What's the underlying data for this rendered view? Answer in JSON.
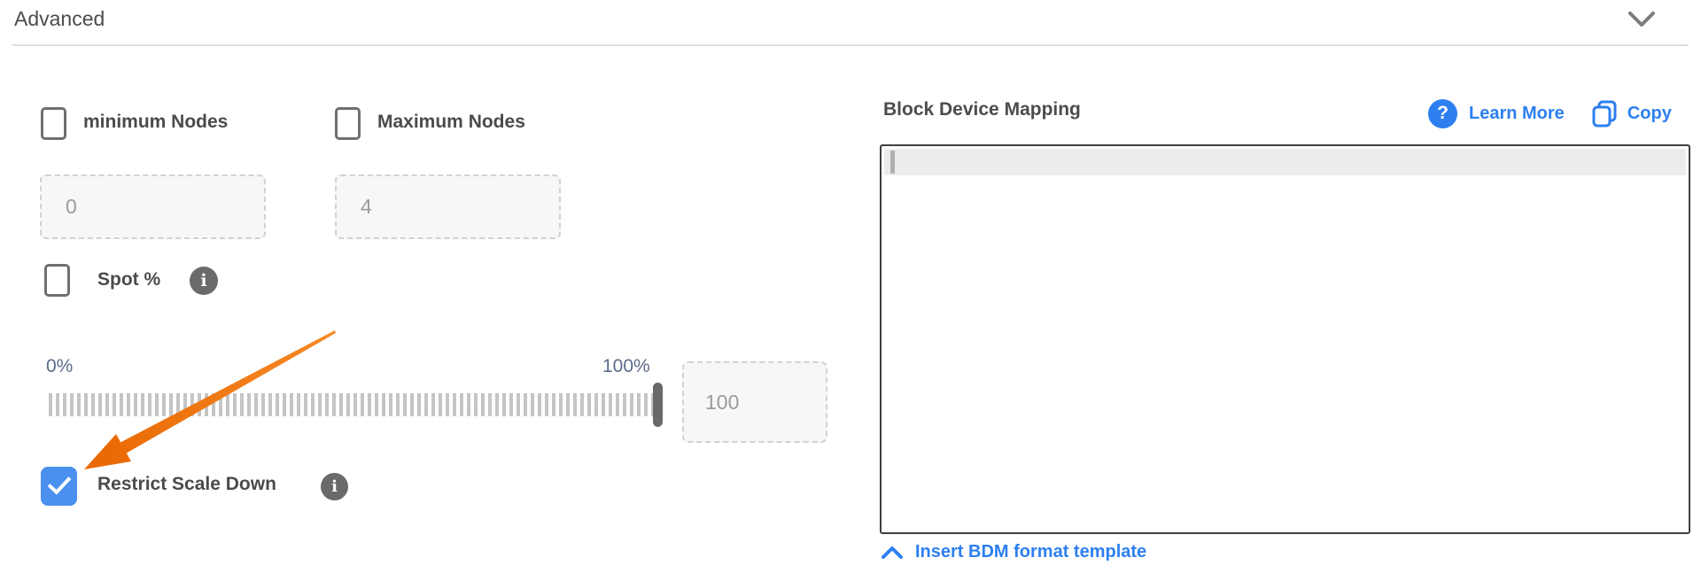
{
  "header": {
    "title": "Advanced",
    "collapse_icon": "chevron-down"
  },
  "left_panel": {
    "min_nodes": {
      "label": "minimum Nodes",
      "checked": "false",
      "value": "0"
    },
    "max_nodes": {
      "label": "Maximum Nodes",
      "checked": "false",
      "value": "4"
    },
    "spot_percent": {
      "label": "Spot %",
      "checked": "false",
      "info_glyph": "i"
    },
    "slider": {
      "min_label": "0%",
      "max_label": "100%",
      "position_percent": "100",
      "value": "100"
    },
    "restrict_scale_down": {
      "label": "Restrict Scale Down",
      "checked": "true",
      "info_glyph": "i"
    }
  },
  "right_panel": {
    "title": "Block Device Mapping",
    "learn_more_label": "Learn More",
    "question_glyph": "?",
    "copy_label": "Copy",
    "editor": {
      "value": "",
      "cursor_visible": true
    },
    "insert_template_label": "Insert BDM format template"
  },
  "annotations": {
    "arrow": {
      "points_at": "Restrict Scale Down checkbox",
      "color": "#ee730e"
    }
  },
  "colors": {
    "link_blue": "#2d7ff0",
    "checkbox_checked_blue": "#4a90ee",
    "slider_label_blue_gray": "#5c6b89",
    "arrow_orange": "#ee730e",
    "text_dark_gray": "#4b4b4b",
    "input_value_gray": "#9b9b9b"
  }
}
